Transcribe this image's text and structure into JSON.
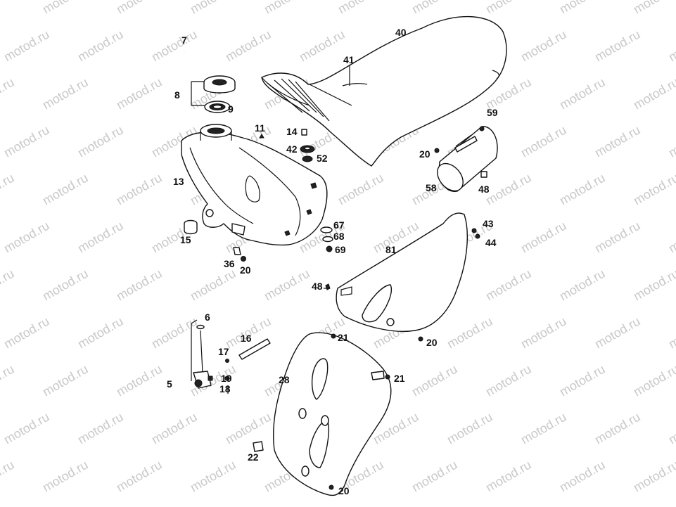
{
  "watermark": {
    "text": "motod.ru",
    "color": "#c9c9c9"
  },
  "callouts": [
    {
      "id": "c40",
      "text": "40"
    },
    {
      "id": "c41",
      "text": "41"
    },
    {
      "id": "c7",
      "text": "7"
    },
    {
      "id": "c8",
      "text": "8"
    },
    {
      "id": "c9",
      "text": "9"
    },
    {
      "id": "c11",
      "text": "11"
    },
    {
      "id": "c14",
      "text": "14"
    },
    {
      "id": "c42",
      "text": "42"
    },
    {
      "id": "c52",
      "text": "52"
    },
    {
      "id": "c13",
      "text": "13"
    },
    {
      "id": "c15",
      "text": "15"
    },
    {
      "id": "c36",
      "text": "36"
    },
    {
      "id": "c20a",
      "text": "20"
    },
    {
      "id": "c67",
      "text": "67"
    },
    {
      "id": "c68",
      "text": "68"
    },
    {
      "id": "c69",
      "text": "69"
    },
    {
      "id": "c59",
      "text": "59"
    },
    {
      "id": "c20b",
      "text": "20"
    },
    {
      "id": "c58",
      "text": "58"
    },
    {
      "id": "c48a",
      "text": "48"
    },
    {
      "id": "c43",
      "text": "43"
    },
    {
      "id": "c44",
      "text": "44"
    },
    {
      "id": "c81",
      "text": "81"
    },
    {
      "id": "c48b",
      "text": "48"
    },
    {
      "id": "c20c",
      "text": "20"
    },
    {
      "id": "c6",
      "text": "6"
    },
    {
      "id": "c16",
      "text": "16"
    },
    {
      "id": "c17",
      "text": "17"
    },
    {
      "id": "c19",
      "text": "19"
    },
    {
      "id": "c18",
      "text": "18"
    },
    {
      "id": "c5",
      "text": "5"
    },
    {
      "id": "c21a",
      "text": "21"
    },
    {
      "id": "c21b",
      "text": "21"
    },
    {
      "id": "c28",
      "text": "28"
    },
    {
      "id": "c22",
      "text": "22"
    },
    {
      "id": "c20d",
      "text": "20"
    }
  ]
}
